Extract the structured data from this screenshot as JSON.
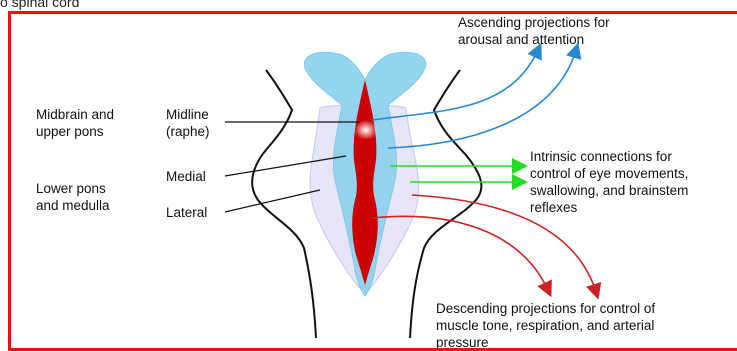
{
  "top_caption": "o spinal cord",
  "labels": {
    "region_upper": "Midbrain and\nupper pons",
    "region_lower": "Lower pons\nand medulla",
    "midline": "Midline\n(raphe)",
    "medial": "Medial",
    "lateral": "Lateral"
  },
  "projections": {
    "ascending": "Ascending projections for\narousal and attention",
    "intrinsic": "Intrinsic connections for\ncontrol of eye movements,\nswallowing, and brainstem\nreflexes",
    "descending": "Descending projections for control of\nmuscle tone, respiration, and arterial\npressure"
  },
  "colors": {
    "frame": "#ee1111",
    "ascending_arrow": "#2a88d0",
    "intrinsic_arrow": "#22dd22",
    "descending_arrow": "#cc2222",
    "medial_zone": "#8fd3f0",
    "lateral_zone": "#e6e6f7",
    "midline_zone": "#cc0000"
  }
}
